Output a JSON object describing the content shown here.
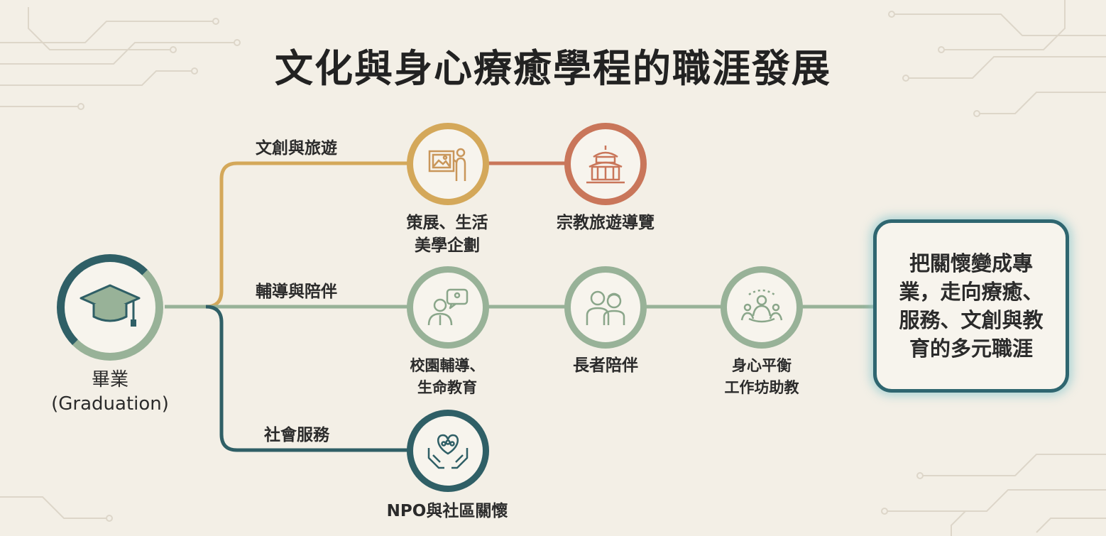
{
  "title": "文化與身心療癒學程的職涯發展",
  "start": {
    "label_line1": "畢業",
    "label_line2": "(Graduation)",
    "icon": "graduation-cap-icon"
  },
  "branches": [
    {
      "label": "文創與旅遊",
      "color": "#d4a85a",
      "nodes": [
        {
          "label_lines": [
            "策展、生活",
            "美學企劃"
          ],
          "icon": "curator-presentation-icon",
          "ring": "#d4a85a"
        },
        {
          "label_lines": [
            "宗教旅遊導覽"
          ],
          "icon": "temple-icon",
          "ring": "#c9765a"
        }
      ]
    },
    {
      "label": "輔導與陪伴",
      "color": "#98b298",
      "nodes": [
        {
          "label_lines": [
            "校園輔導、",
            "生命教育"
          ],
          "icon": "counselor-chat-icon",
          "ring": "#98b298"
        },
        {
          "label_lines": [
            "長者陪伴"
          ],
          "icon": "elderly-couple-icon",
          "ring": "#98b298"
        },
        {
          "label_lines": [
            "身心平衡",
            "工作坊助教"
          ],
          "icon": "meditation-group-icon",
          "ring": "#98b298"
        }
      ]
    },
    {
      "label": "社會服務",
      "color": "#2f5f66",
      "nodes": [
        {
          "label_lines": [
            "NPO與社區關懷"
          ],
          "icon": "hands-heart-icon",
          "ring": "#2f5f66"
        }
      ]
    }
  ],
  "result": {
    "text_lines": [
      "把關懷變成專",
      "業，走向療癒、",
      "服務、文創與教",
      "育的多元職涯"
    ]
  }
}
